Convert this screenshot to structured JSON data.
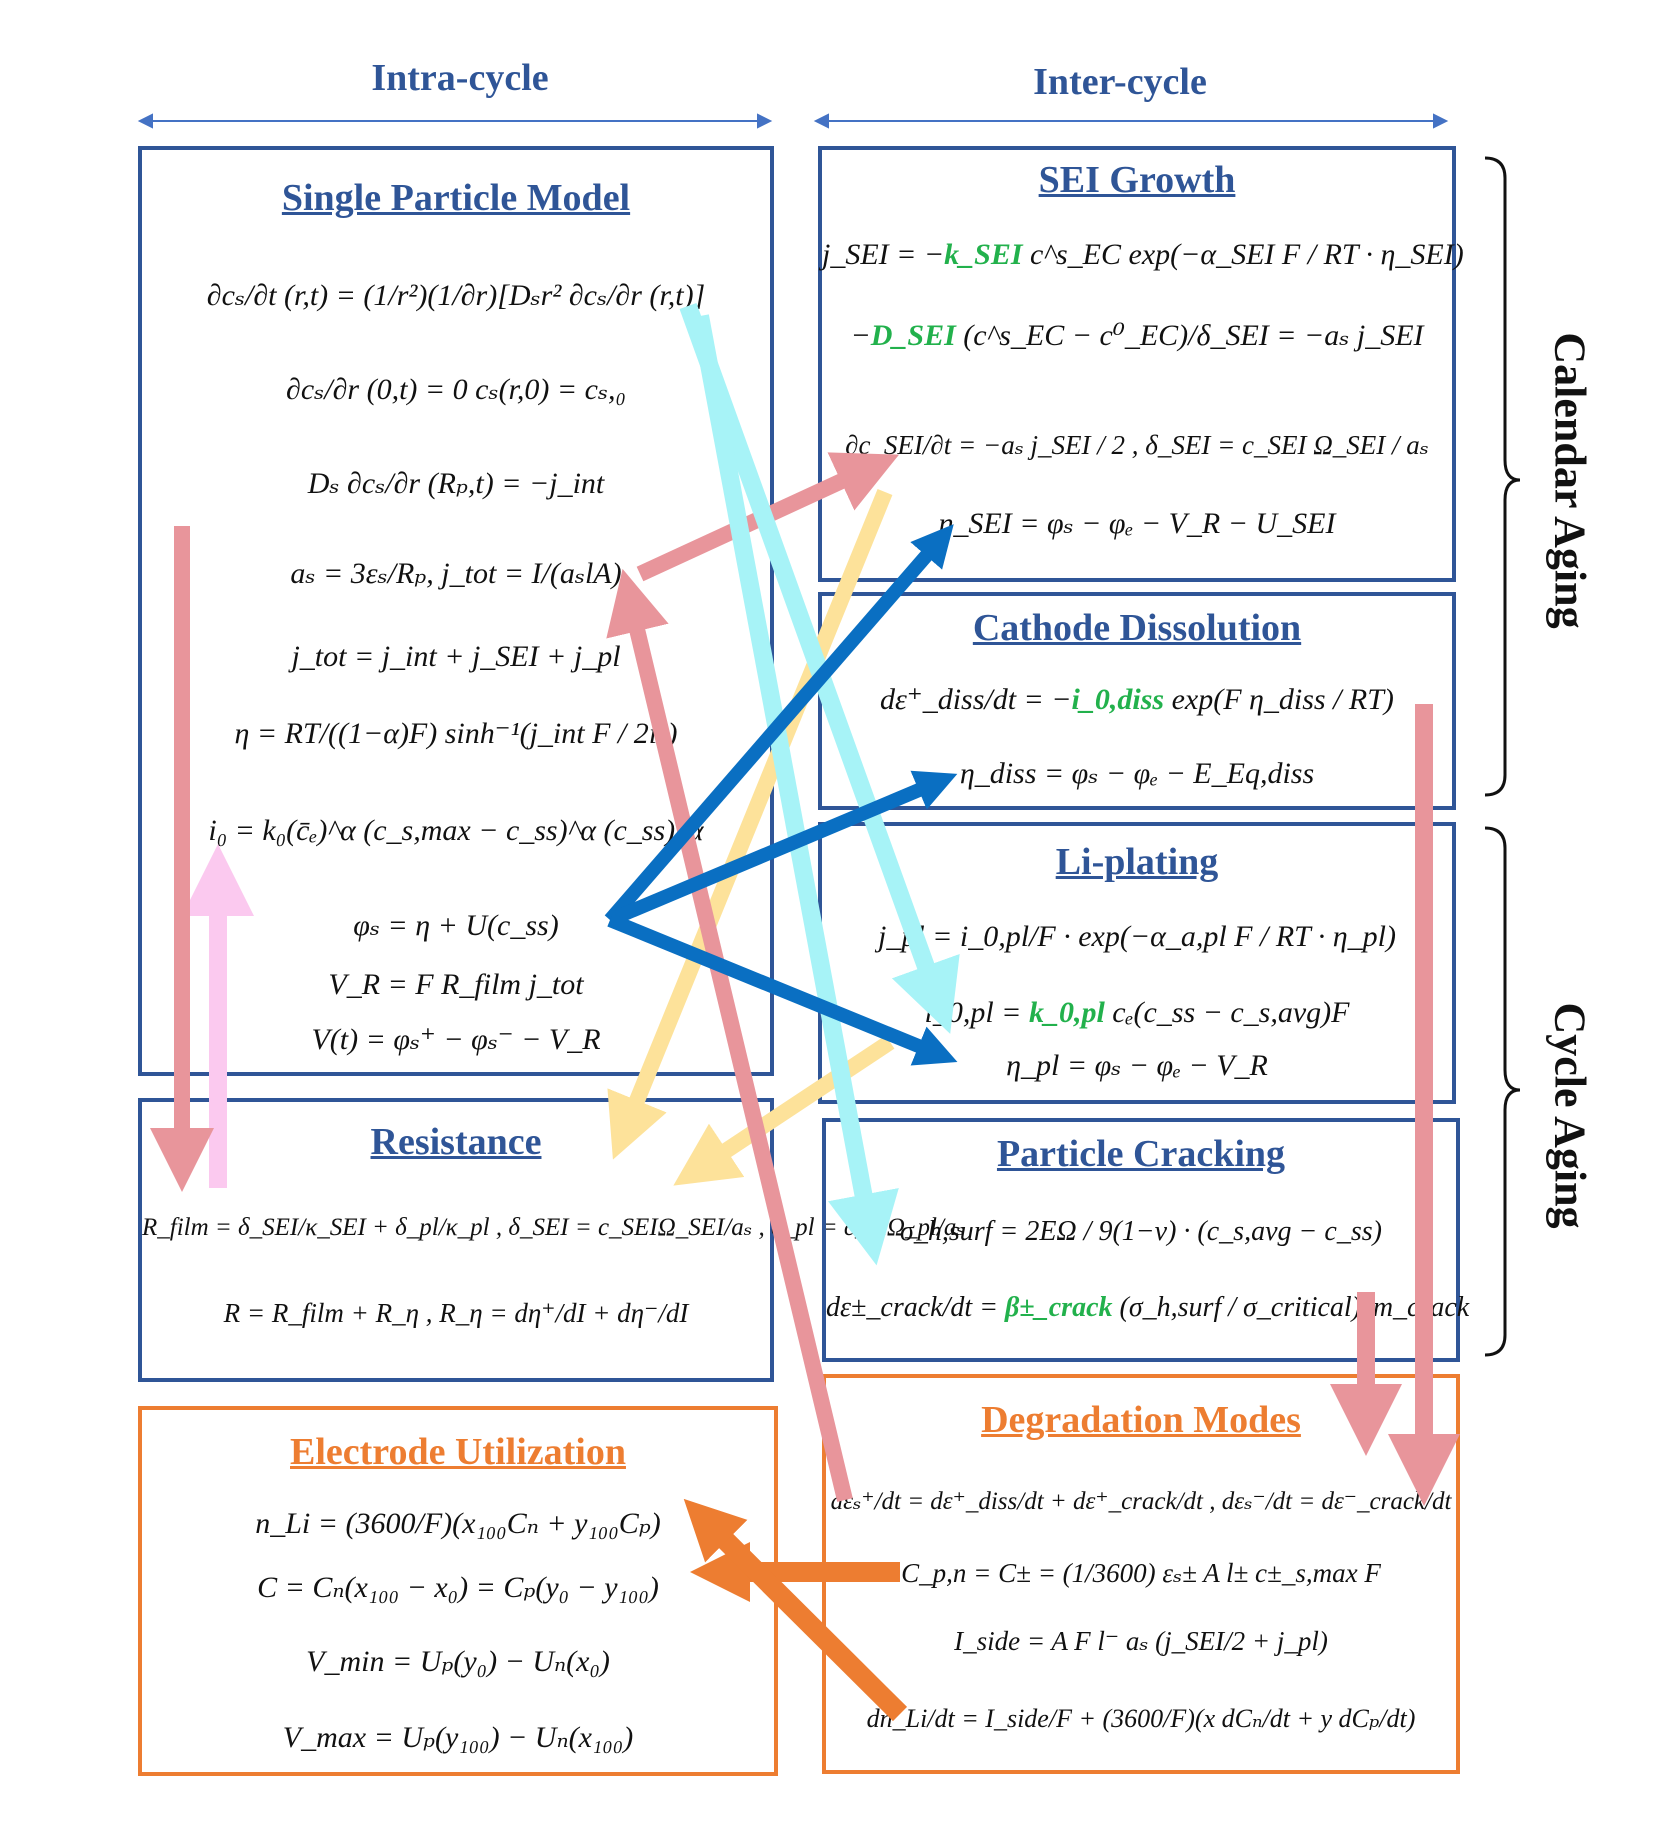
{
  "headers": {
    "intra": "Intra-cycle",
    "inter": "Inter-cycle"
  },
  "side_labels": {
    "calendar": "Calendar Aging",
    "cycle": "Cycle Aging"
  },
  "boxes": {
    "spm": {
      "title": "Single Particle Model",
      "eqs": [
        "∂cₛ/∂t (r,t) = (1/r²)(1/∂r)[Dₛr² ∂cₛ/∂r (r,t)]",
        "∂cₛ/∂r (0,t) = 0     cₛ(r,0) = cₛ,₀",
        "Dₛ ∂cₛ/∂r (Rₚ,t) = −j_int",
        "aₛ = 3εₛ/Rₚ,     j_tot = I/(aₛlA)",
        "j_tot = j_int + j_SEI + j_pl",
        "η = RT/((1−α)F) sinh⁻¹(j_int F / 2i₀)",
        "i₀ = k₀(c̄ₑ)^α (c_s,max − c_ss)^α (c_ss)^α",
        "φₛ = η + U(c_ss)",
        "V_R = F R_film j_tot",
        "V(t) = φₛ⁺ − φₛ⁻ − V_R"
      ]
    },
    "resistance": {
      "title": "Resistance",
      "eqs": [
        "R_film = δ_SEI/κ_SEI + δ_pl/κ_pl , δ_SEI = c_SEIΩ_SEI/aₛ , δ_pl = c_plΩ_pl/aₛ",
        "R = R_film + R_η , R_η = dη⁺/dI + dη⁻/dI"
      ]
    },
    "electrode": {
      "title": "Electrode Utilization",
      "eqs": [
        "n_Li = (3600/F)(x₁₀₀Cₙ + y₁₀₀Cₚ)",
        "C = Cₙ(x₁₀₀ − x₀) = Cₚ(y₀ − y₁₀₀)",
        "V_min = Uₚ(y₀) − Uₙ(x₀)",
        "V_max = Uₚ(y₁₀₀) − Uₙ(x₁₀₀)"
      ]
    },
    "sei": {
      "title": "SEI Growth",
      "eqs": [
        [
          "j_SEI = −",
          "k_SEI",
          " c^s_EC exp(−α_SEI F / RT · η_SEI)"
        ],
        [
          "−",
          "D_SEI",
          " (c^s_EC − c⁰_EC)/δ_SEI = −aₛ j_SEI"
        ],
        [
          "∂c_SEI/∂t = −aₛ j_SEI / 2 ,      δ_SEI = c_SEI Ω_SEI / aₛ",
          "",
          ""
        ],
        [
          "η_SEI = φₛ − φₑ − V_R − U_SEI",
          "",
          ""
        ]
      ]
    },
    "cathode": {
      "title": "Cathode Dissolution",
      "eqs": [
        [
          "dε⁺_diss/dt = −",
          "i_0,diss",
          " exp(F η_diss / RT)"
        ],
        [
          "η_diss = φₛ − φₑ − E_Eq,diss",
          "",
          ""
        ]
      ]
    },
    "liplating": {
      "title": "Li-plating",
      "eqs": [
        [
          "j_pl = i_0,pl/F · exp(−α_a,pl F / RT · η_pl)",
          "",
          ""
        ],
        [
          "i_0,pl = ",
          "k_0,pl",
          " cₑ(c_ss − c_s,avg)F"
        ],
        [
          "η_pl = φₛ − φₑ − V_R",
          "",
          ""
        ]
      ]
    },
    "cracking": {
      "title": "Particle Cracking",
      "eqs": [
        [
          "σ_h,surf = 2EΩ / 9(1−ν) · (c_s,avg − c_ss)",
          "",
          ""
        ],
        [
          "dε±_crack/dt = ",
          "β±_crack",
          " (σ_h,surf / σ_critical)^m_crack"
        ]
      ]
    },
    "degradation": {
      "title": "Degradation Modes",
      "eqs": [
        "dεₛ⁺/dt = dε⁺_diss/dt + dε⁺_crack/dt ,    dεₛ⁻/dt = dε⁻_crack/dt",
        "C_p,n = C± = (1/3600) εₛ± A l± c±_s,max F",
        "I_side = A F l⁻ aₛ (j_SEI/2 + j_pl)",
        "dn_Li/dt = I_side/F + (3600/F)(x dCₙ/dt + y dCₚ/dt)"
      ]
    }
  },
  "colors": {
    "blue": "#2f5597",
    "orange": "#ed7d31",
    "green": "#22b14c",
    "pink": "#e8959b",
    "cyan": "#a7f3f7",
    "yellow": "#fde29a",
    "arrow_blue": "#0a6fc2",
    "light_pink": "#fbc9ef"
  }
}
